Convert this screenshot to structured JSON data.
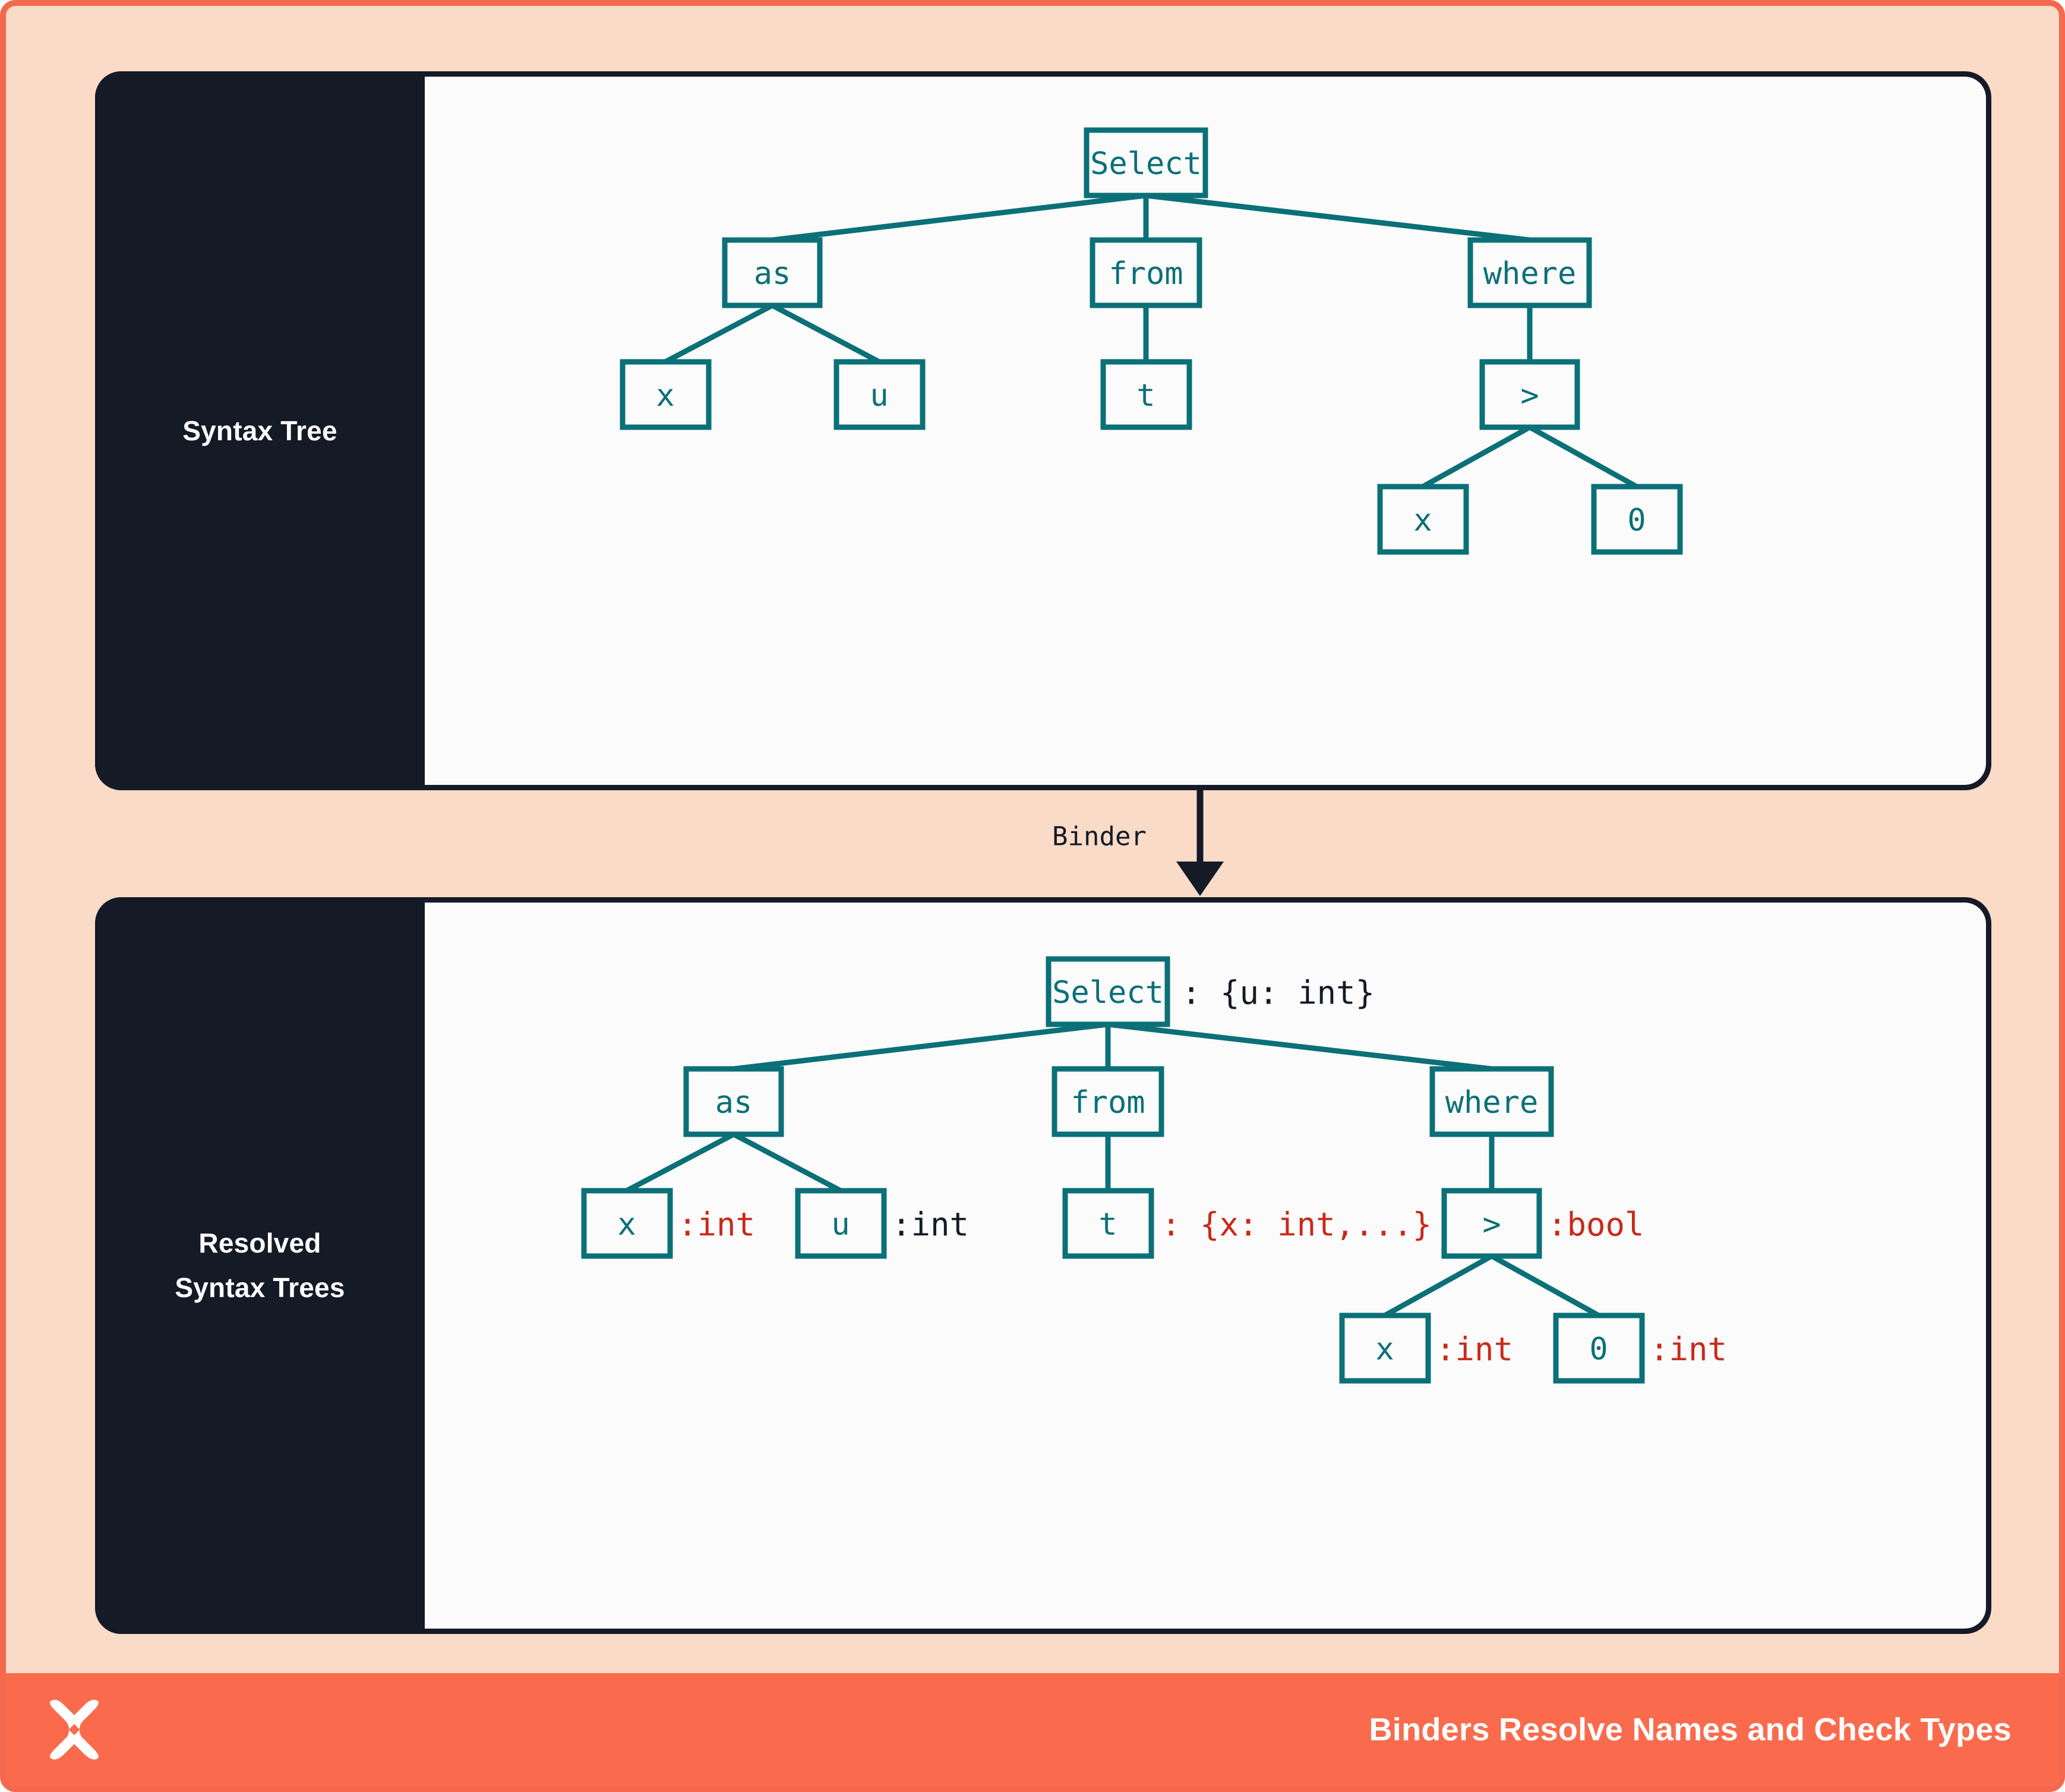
{
  "theme": {
    "outer_border": "#F4694D",
    "background": "#F9DBC8",
    "panel_dark": "#141A26",
    "panel_body": "#FBFBFB",
    "node_teal": "#0B7077",
    "annotation_red": "#C9291A",
    "annotation_dark": "#141A26",
    "footer_bg": "#FA6B4D"
  },
  "panels": [
    {
      "id": "syntax-tree",
      "sidebar_label": "Syntax Tree",
      "sidebar_label_lines": [
        "Syntax Tree"
      ]
    },
    {
      "id": "resolved-syntax-trees",
      "sidebar_label": "Resolved Syntax Trees",
      "sidebar_label_lines": [
        "Resolved",
        "Syntax Trees"
      ]
    }
  ],
  "connector": {
    "label": "Binder",
    "icon": "down-arrow-icon"
  },
  "footer": {
    "logo_icon": "x-butterfly-logo-icon",
    "title": "Binders Resolve Names and Check Types"
  },
  "tree_top": {
    "nodes": {
      "root": {
        "label": "Select"
      },
      "as": {
        "label": "as"
      },
      "from": {
        "label": "from"
      },
      "where": {
        "label": "where"
      },
      "as_x": {
        "label": "x"
      },
      "as_u": {
        "label": "u"
      },
      "from_t": {
        "label": "t"
      },
      "gt": {
        "label": ">"
      },
      "gt_x": {
        "label": "x"
      },
      "gt_zero": {
        "label": "0"
      }
    },
    "edges": [
      [
        "root",
        "as"
      ],
      [
        "root",
        "from"
      ],
      [
        "root",
        "where"
      ],
      [
        "as",
        "as_x"
      ],
      [
        "as",
        "as_u"
      ],
      [
        "from",
        "from_t"
      ],
      [
        "where",
        "gt"
      ],
      [
        "gt",
        "gt_x"
      ],
      [
        "gt",
        "gt_zero"
      ]
    ]
  },
  "tree_bottom": {
    "nodes": {
      "root": {
        "label": "Select",
        "annotation": ": {u: int}",
        "annotation_color": "dark"
      },
      "as": {
        "label": "as",
        "annotation": "",
        "annotation_color": "dark"
      },
      "from": {
        "label": "from",
        "annotation": "",
        "annotation_color": "dark"
      },
      "where": {
        "label": "where",
        "annotation": "",
        "annotation_color": "dark"
      },
      "as_x": {
        "label": "x",
        "annotation": ":int",
        "annotation_color": "red"
      },
      "as_u": {
        "label": "u",
        "annotation": ":int",
        "annotation_color": "dark"
      },
      "from_t": {
        "label": "t",
        "annotation": ": {x: int,...}",
        "annotation_color": "red"
      },
      "gt": {
        "label": ">",
        "annotation": ":bool",
        "annotation_color": "red"
      },
      "gt_x": {
        "label": "x",
        "annotation": ":int",
        "annotation_color": "red"
      },
      "gt_zero": {
        "label": "0",
        "annotation": ":int",
        "annotation_color": "red"
      }
    },
    "edges": [
      [
        "root",
        "as"
      ],
      [
        "root",
        "from"
      ],
      [
        "root",
        "where"
      ],
      [
        "as",
        "as_x"
      ],
      [
        "as",
        "as_u"
      ],
      [
        "from",
        "from_t"
      ],
      [
        "where",
        "gt"
      ],
      [
        "gt",
        "gt_x"
      ],
      [
        "gt",
        "gt_zero"
      ]
    ]
  }
}
